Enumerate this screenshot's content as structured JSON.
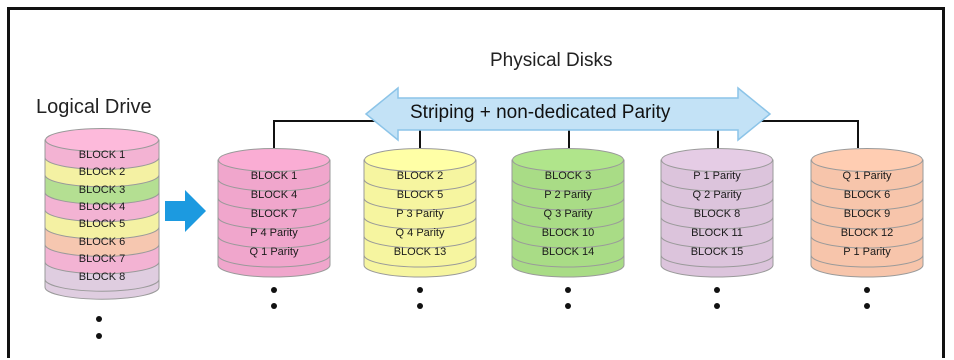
{
  "titles": {
    "physical": "Physical Disks",
    "logical": "Logical Drive",
    "stripe": "Striping + non-dedicated Parity"
  },
  "colors": {
    "pink": "#f0a6cc",
    "yellow": "#f6f5a0",
    "green": "#a9dc86",
    "lavender": "#dcc4dc",
    "peach": "#f7c5ab",
    "arrow_blue": "#1c9ae0",
    "banner_blue": "#bfe0f5"
  },
  "logical_drive": {
    "blocks": [
      {
        "label": "BLOCK 1",
        "color": "#f3b3d3"
      },
      {
        "label": "BLOCK 2",
        "color": "#f4f1a3"
      },
      {
        "label": "BLOCK 3",
        "color": "#b4df92"
      },
      {
        "label": "BLOCK 4",
        "color": "#f3b3d3"
      },
      {
        "label": "BLOCK 5",
        "color": "#f4f1a3"
      },
      {
        "label": "BLOCK 6",
        "color": "#f6c7b0"
      },
      {
        "label": "BLOCK 7",
        "color": "#f3b3d3"
      },
      {
        "label": "BLOCK 8",
        "color": "#dfcde0"
      }
    ]
  },
  "disks": [
    {
      "name": "disk-1",
      "color": "#f0a6cc",
      "blocks": [
        "BLOCK 1",
        "BLOCK 4",
        "BLOCK 7",
        "P 4 Parity",
        "Q 1 Parity"
      ]
    },
    {
      "name": "disk-2",
      "color": "#f6f5a0",
      "blocks": [
        "BLOCK 2",
        "BLOCK 5",
        "P 3 Parity",
        "Q 4 Parity",
        "BLOCK 13"
      ]
    },
    {
      "name": "disk-3",
      "color": "#a9dc86",
      "blocks": [
        "BLOCK 3",
        "P 2 Parity",
        "Q 3 Parity",
        "BLOCK 10",
        "BLOCK 14"
      ]
    },
    {
      "name": "disk-4",
      "color": "#dcc4dc",
      "blocks": [
        "P 1 Parity",
        "Q 2 Parity",
        "BLOCK 8",
        "BLOCK 11",
        "BLOCK 15"
      ]
    },
    {
      "name": "disk-5",
      "color": "#f7c5ab",
      "blocks": [
        "Q 1 Parity",
        "BLOCK 6",
        "BLOCK 9",
        "BLOCK 12",
        "P 1 Parity"
      ]
    }
  ]
}
